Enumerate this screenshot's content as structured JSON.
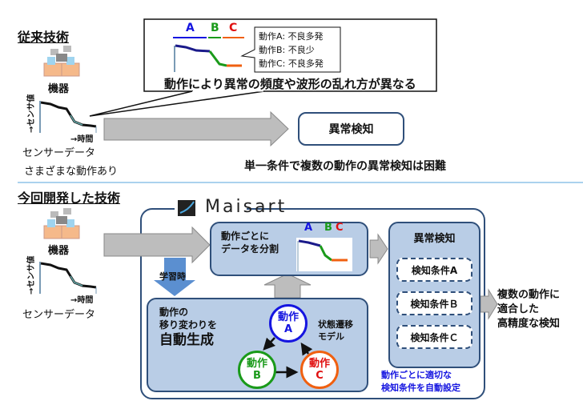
{
  "conventional": {
    "title": "従来技術",
    "device": "機器",
    "sensor_axis": "→センサ値",
    "time_axis": "→時間",
    "sensor_data": "センサーデータ",
    "various": "さまざまな動作あり",
    "callout": {
      "labels": [
        "A",
        "B",
        "C"
      ],
      "notes": [
        "動作A: 不良多発",
        "動作B: 不良少",
        "動作C: 不良多発"
      ],
      "caption": "動作により異常の頻度や波形の乱れ方が異なる"
    },
    "detect": "異常検知",
    "difficulty": "単一条件で複数の動作の異常検知は困難"
  },
  "new": {
    "title": "今回開発した技術",
    "device": "機器",
    "sensor_axis": "→センサ値",
    "time_axis": "→時間",
    "sensor_data": "センサーデータ",
    "brand": "Maisart",
    "split": {
      "line1": "動作ごとに",
      "line2": "データを分割",
      "labels": [
        "A",
        "B",
        "C"
      ]
    },
    "learning": "学習時",
    "model": {
      "line1": "動作の",
      "line2": "移り変わりを",
      "line3": "自動生成",
      "state_label1": "状態遷移",
      "state_label2": "モデル",
      "states": [
        {
          "word": "動作",
          "letter": "A",
          "color": "#1515e0"
        },
        {
          "word": "動作",
          "letter": "B",
          "color": "#1a9a1a"
        },
        {
          "word": "動作",
          "letter": "C",
          "color": "#f06010"
        }
      ]
    },
    "detect": {
      "title": "異常検知",
      "conditions": [
        "検知条件A",
        "検知条件Ｂ",
        "検知条件Ｃ"
      ],
      "note1": "動作ごとに適切な",
      "note2": "検知条件を自動設定"
    },
    "result": [
      "複数の動作に",
      "適合した",
      "高精度な検知"
    ]
  },
  "colors": {
    "A": "#1515e0",
    "B": "#1a9a1a",
    "C": "#f06010",
    "panel": "#b9cde6",
    "border": "#2f4f7a"
  }
}
